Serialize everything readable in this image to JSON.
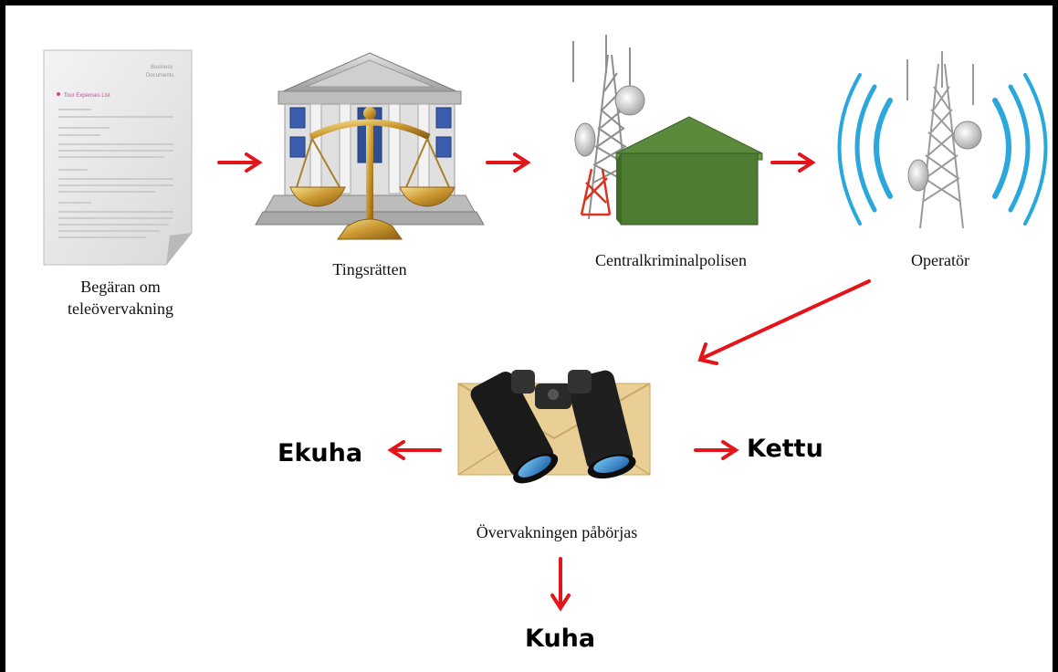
{
  "nodes": {
    "request": {
      "line1": "Begäran om",
      "line2": "teleövervakning"
    },
    "court": {
      "label": "Tingsrätten"
    },
    "police": {
      "label": "Centralkriminalpolisen"
    },
    "operator": {
      "label": "Operatör"
    },
    "surveillance": {
      "label": "Övervakningen påbörjas"
    }
  },
  "outcomes": {
    "left": "Ekuha",
    "right": "Kettu",
    "bottom": "Kuha"
  },
  "document": {
    "header_line1": "Business",
    "header_line2": "Documents",
    "heading": "Tour Expenses List"
  },
  "colors": {
    "arrow": "#e4141b",
    "house_roof": "#5b8a3c",
    "house_wall": "#4e7c33",
    "signal": "#2aa7dd",
    "envelope": "#e9cf95"
  },
  "icons": [
    "document-icon",
    "courthouse-scales-icon",
    "tower-house-icon",
    "signal-tower-icon",
    "binoculars-envelope-icon"
  ]
}
